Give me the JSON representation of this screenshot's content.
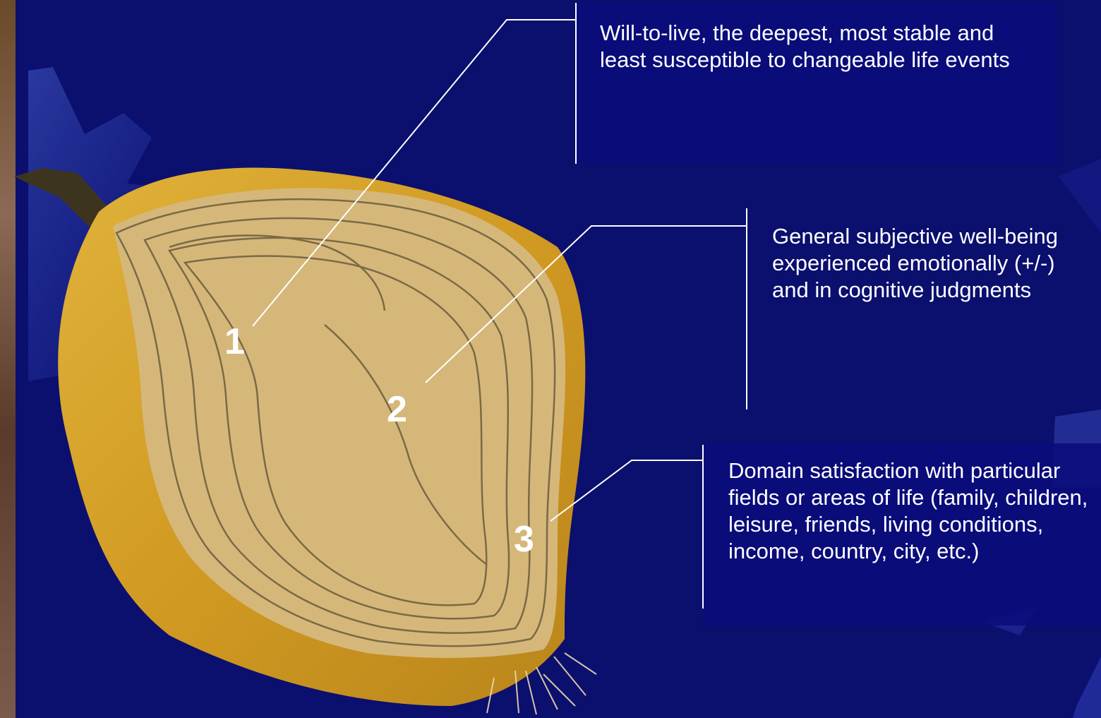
{
  "labels": {
    "layer1": {
      "number": "1",
      "text": "Will-to-live, the deepest, most stable and least susceptible to changeable life events"
    },
    "layer2": {
      "number": "2",
      "text": "General subjective well-being experienced emotionally (+/-) and in cognitive judgments"
    },
    "layer3": {
      "number": "3",
      "text": "Domain satisfaction with particular fields or areas of life (family, children, leisure, friends, living conditions, income, country, city, etc.)"
    }
  },
  "colors": {
    "background": "#0b0f6e",
    "onion_skin": "#d4a32c",
    "onion_flesh": "#d6b77a",
    "layer_lines": "#7a6a45",
    "text": "#ffffff"
  }
}
